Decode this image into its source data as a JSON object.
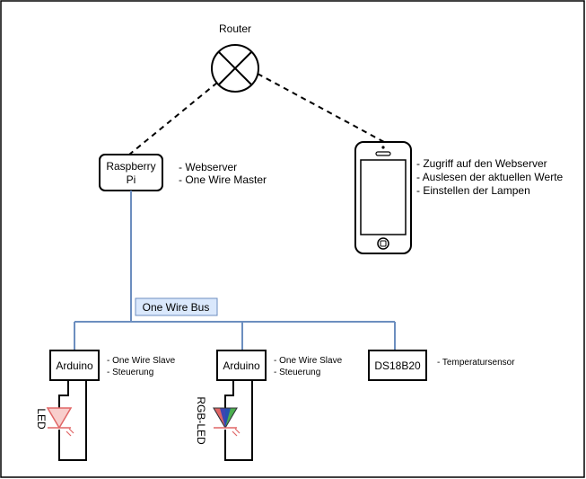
{
  "router": {
    "label": "Router"
  },
  "raspberry": {
    "line1": "Raspberry",
    "line2": "Pi",
    "notes": [
      "- Webserver",
      "- One Wire Master"
    ]
  },
  "phone": {
    "notes": [
      "- Zugriff auf den Webserver",
      "- Auslesen der aktuellen Werte",
      "- Einstellen der Lampen"
    ]
  },
  "bus": {
    "label": "One Wire Bus"
  },
  "arduino1": {
    "label": "Arduino",
    "notes": [
      "- One Wire Slave",
      "- Steuerung"
    ],
    "led_label": "LED"
  },
  "arduino2": {
    "label": "Arduino",
    "notes": [
      "- One Wire Slave",
      "- Steuerung"
    ],
    "led_label": "RGB-LED"
  },
  "sensor": {
    "label": "DS18B20",
    "notes": [
      "- Temperatursensor"
    ]
  },
  "colors": {
    "bus_line": "#6c8ebf",
    "bus_label_bg": "#dae8fc",
    "led_red": "#e06666",
    "rgb_green": "#4caf50",
    "rgb_blue": "#1f3fbf"
  }
}
